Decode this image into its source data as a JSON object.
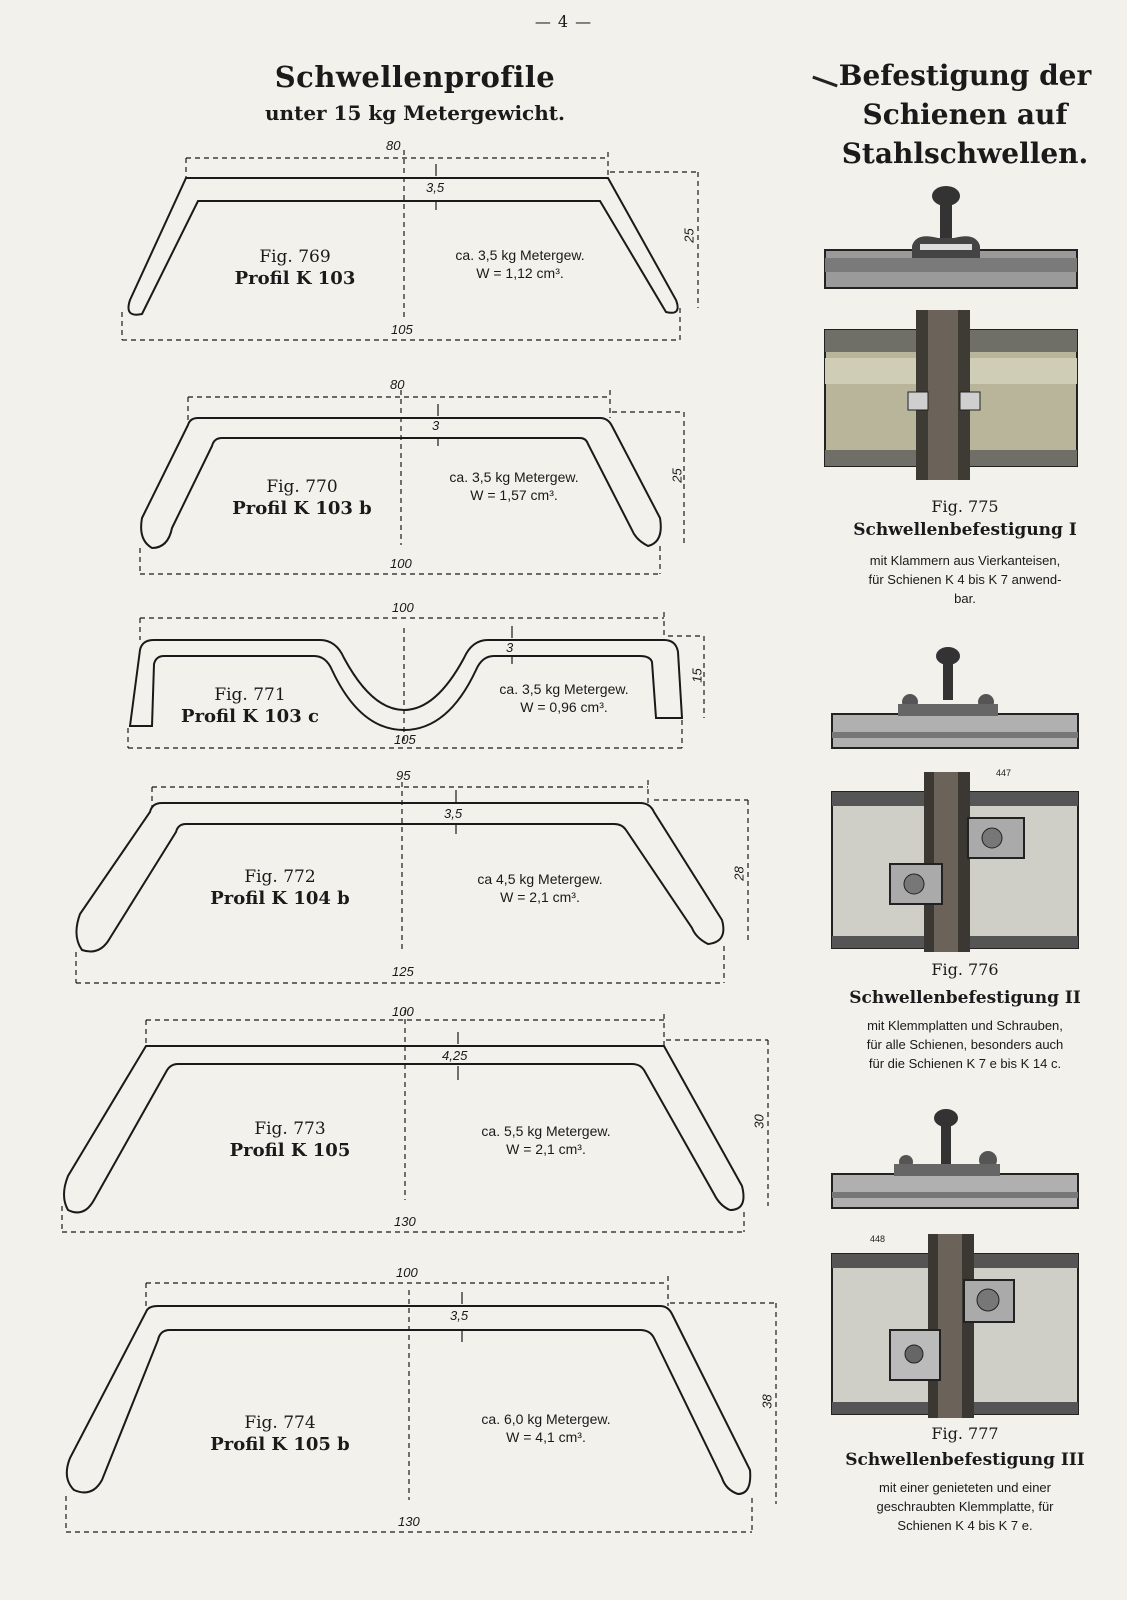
{
  "page_number": "— 4 —",
  "left": {
    "title": "Schwellenprofile",
    "subtitle": "unter 15 kg Metergewicht.",
    "profiles": [
      {
        "fig": "Fig. 769",
        "profil": "Profil K 103",
        "weight": "ca. 3,5 kg Metergew.",
        "w": "W = 1,12 cm³.",
        "top_dim": "80",
        "thick": "3,5",
        "height": "25",
        "bottom_dim": "105"
      },
      {
        "fig": "Fig. 770",
        "profil": "Profil K 103 b",
        "weight": "ca. 3,5 kg Metergew.",
        "w": "W = 1,57 cm³.",
        "top_dim": "80",
        "thick": "3",
        "height": "25",
        "bottom_dim": "100"
      },
      {
        "fig": "Fig. 771",
        "profil": "Profil K 103 c",
        "weight": "ca. 3,5 kg Metergew.",
        "w": "W = 0,96 cm³.",
        "top_dim": "100",
        "thick": "3",
        "height": "15",
        "bottom_dim": "105"
      },
      {
        "fig": "Fig. 772",
        "profil": "Profil K 104 b",
        "weight": "ca 4,5 kg Metergew.",
        "w": "W = 2,1 cm³.",
        "top_dim": "95",
        "thick": "3,5",
        "height": "28",
        "bottom_dim": "125"
      },
      {
        "fig": "Fig. 773",
        "profil": "Profil K 105",
        "weight": "ca. 5,5 kg Metergew.",
        "w": "W = 2,1 cm³.",
        "top_dim": "100",
        "thick": "4,25",
        "height": "30",
        "bottom_dim": "130"
      },
      {
        "fig": "Fig. 774",
        "profil": "Profil K 105 b",
        "weight": "ca. 6,0 kg Metergew.",
        "w": "W = 4,1 cm³.",
        "top_dim": "100",
        "thick": "3,5",
        "height": "38",
        "bottom_dim": "130"
      }
    ]
  },
  "right": {
    "title_lines": [
      "Befestigung der",
      "Schienen auf",
      "Stahlschwellen."
    ],
    "fig775": {
      "fig": "Fig. 775",
      "caption": "Schwellenbefestigung I",
      "desc_lines": [
        "mit Klammern aus Vierkanteisen,",
        "für Schienen K 4 bis K 7 anwend-",
        "bar."
      ]
    },
    "fig776": {
      "fig": "Fig. 776",
      "caption": "Schwellenbefestigung II",
      "plate_no": "447",
      "desc_lines": [
        "mit Klemmplatten und Schrauben,",
        "für alle Schienen, besonders auch",
        "für die Schienen K 7 e bis K 14 c."
      ]
    },
    "fig777": {
      "fig": "Fig. 777",
      "caption": "Schwellenbefestigung III",
      "plate_no": "448",
      "desc_lines": [
        "mit einer genieteten und einer",
        "geschraubten Klemmplatte, für",
        "Schienen K 4 bis K 7 e."
      ]
    }
  }
}
